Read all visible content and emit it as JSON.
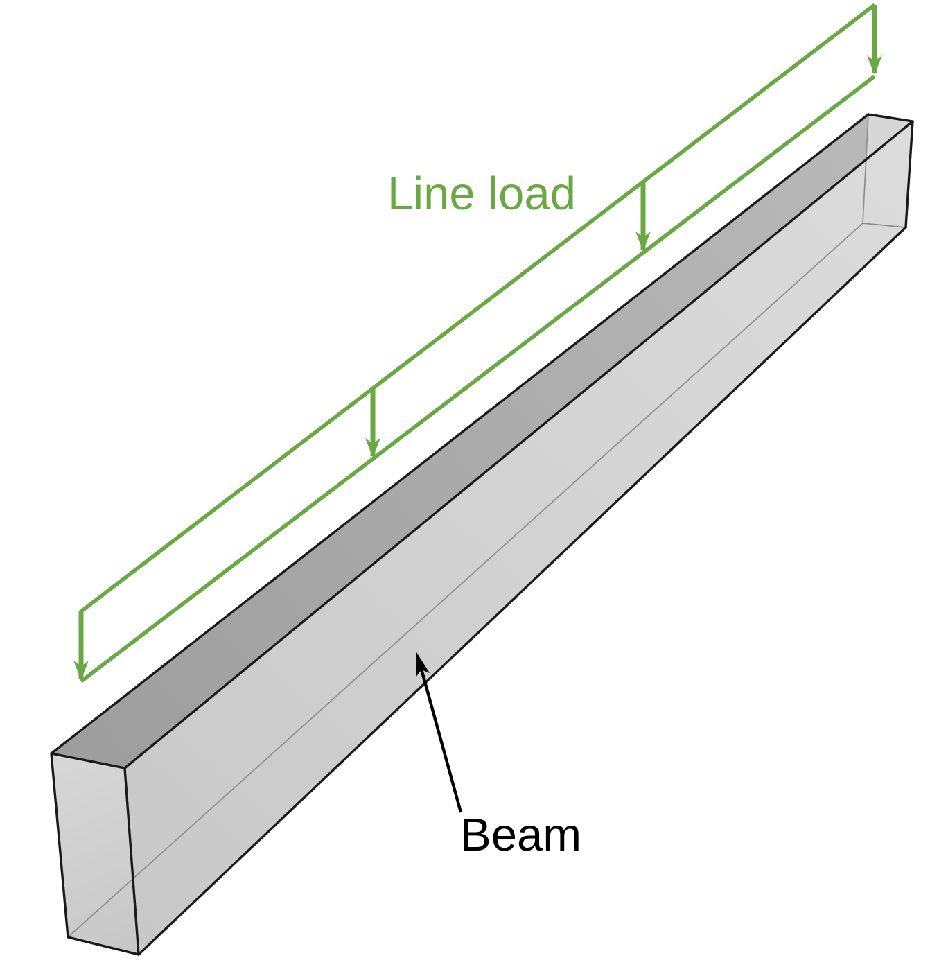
{
  "diagram": {
    "type": "3d-beam-with-line-load-illustration",
    "labels": {
      "line_load": "Line load",
      "beam": "Beam"
    },
    "line_load": {
      "arrow_count": 4,
      "direction": "down"
    },
    "colors": {
      "background": "#ffffff",
      "line_load_green": "#6aa844",
      "label_black": "#000000",
      "edge_black": "#1a1a1a",
      "interior_edge_gray": "#8c8c8c",
      "beam_top_face": "#a9a9a9",
      "beam_front_face": "#d2d2d2",
      "beam_end_face": "#d0d0d0",
      "beam_far_face": "#d7d7d7"
    }
  }
}
